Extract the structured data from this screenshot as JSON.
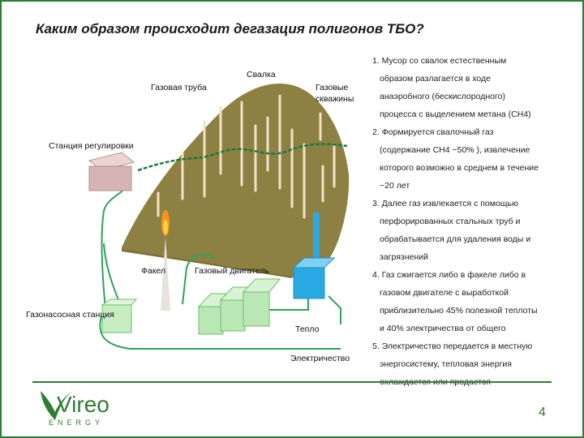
{
  "title": "Каким образом происходит дегазация полигонов ТБО?",
  "labels": {
    "landfill": "Свалка",
    "gas_pipe": "Газовая труба",
    "gas_wells_1": "Газовые",
    "gas_wells_2": "скважины",
    "regulation_station": "Станция регулировки",
    "flare": "Факел",
    "gas_engine": "Газовый двигатель",
    "gas_pump_station": "Газонасосная станция",
    "heat": "Тепло",
    "electricity": "Электричество"
  },
  "notes": [
    {
      "text": "1. Мусор со свалок естественным",
      "indent": false
    },
    {
      "text": "образом разлагается в ходе",
      "indent": true
    },
    {
      "text": "анаэробного (бескислородного)",
      "indent": true
    },
    {
      "text": "процесса с выделением метана (CH4)",
      "indent": true
    },
    {
      "text": "2. Формируется свалочный газ",
      "indent": false
    },
    {
      "text": "(содержание CH4 ~50% ), извлечение",
      "indent": true
    },
    {
      "text": "которого возможно в среднем в течение",
      "indent": true
    },
    {
      "text": "~20 лет",
      "indent": true
    },
    {
      "text": "3. Далее газ извлекается с помощью",
      "indent": false
    },
    {
      "text": "перфорированных стальных труб и",
      "indent": true
    },
    {
      "text": "обрабатывается для удаления воды и",
      "indent": true
    },
    {
      "text": "загрязнений",
      "indent": true
    },
    {
      "text": "4. Газ сжигается либо в факеле либо в",
      "indent": false
    },
    {
      "text": "газовом двигателе с выработкой",
      "indent": true
    },
    {
      "text": "приблизительно 45% полезной теплоты",
      "indent": true
    },
    {
      "text": "и 40% электричества от общего",
      "indent": true
    },
    {
      "text": "5. Электричество передается в местную",
      "indent": false
    },
    {
      "text": "энергосистему, тепловая энергия",
      "indent": true
    },
    {
      "text": "охлаждается или продается",
      "indent": true
    }
  ],
  "logo": {
    "brand": "Vireo",
    "sub": "ENERGY"
  },
  "page_number": "4",
  "colors": {
    "accent": "#2e7d32",
    "landfill": "#8c8142",
    "pipe": "#1e7a3c",
    "station": "#d7b4b4",
    "engine": "#b9e8b4",
    "hot_pipe": "#29a9e1"
  }
}
